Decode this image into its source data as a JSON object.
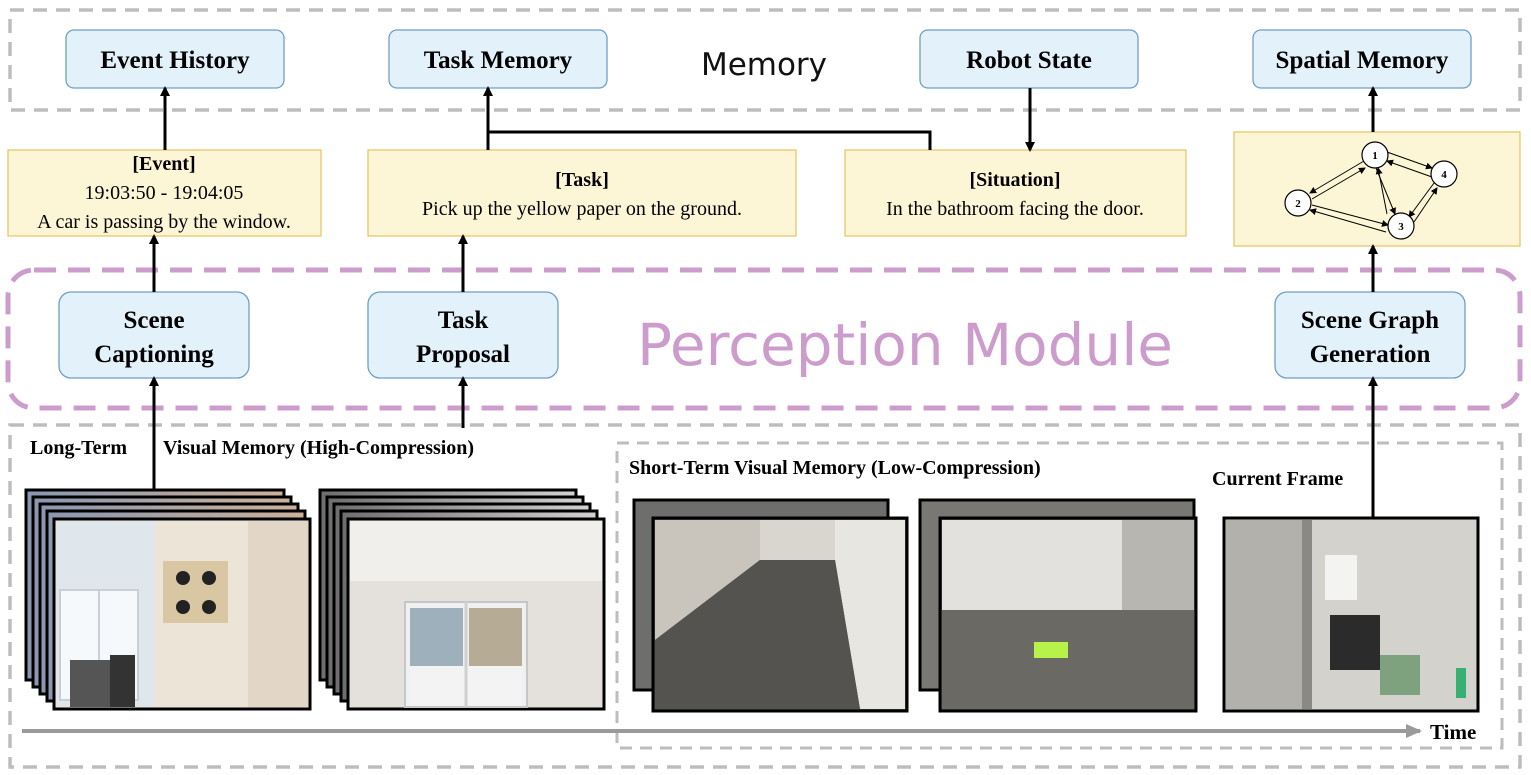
{
  "memory": {
    "title": "Memory",
    "boxes": {
      "event_history": "Event History",
      "task_memory": "Task Memory",
      "robot_state": "Robot State",
      "spatial_memory": "Spatial Memory"
    }
  },
  "notes": {
    "event": {
      "header": "[Event]",
      "time": "19:03:50 - 19:04:05",
      "text": "A car is passing by the window."
    },
    "task": {
      "header": "[Task]",
      "text": "Pick up the yellow paper on the ground."
    },
    "situation": {
      "header": "[Situation]",
      "text": "In the bathroom facing the door."
    }
  },
  "scene_graph": {
    "nodes": [
      "1",
      "2",
      "3",
      "4"
    ]
  },
  "perception": {
    "title": "Perception Module",
    "modules": {
      "scene_captioning": [
        "Scene",
        "Captioning"
      ],
      "task_proposal": [
        "Task",
        "Proposal"
      ],
      "scene_graph_generation": [
        "Scene Graph",
        "Generation"
      ]
    }
  },
  "visual_memory": {
    "long_term_prefix": "Long-Term",
    "long_term_rest": "Visual Memory (High-Compression)",
    "short_term": "Short-Term Visual Memory (Low-Compression)",
    "current_frame": "Current Frame"
  },
  "timeline": {
    "label": "Time"
  },
  "colors": {
    "module_fill": "#e3f1fb",
    "module_stroke": "#6f9fc4",
    "note_fill": "#fdf6d6",
    "note_stroke": "#e6c86a",
    "perception_accent": "#cc9ccc",
    "dashed_gray": "#bdbdbd"
  }
}
